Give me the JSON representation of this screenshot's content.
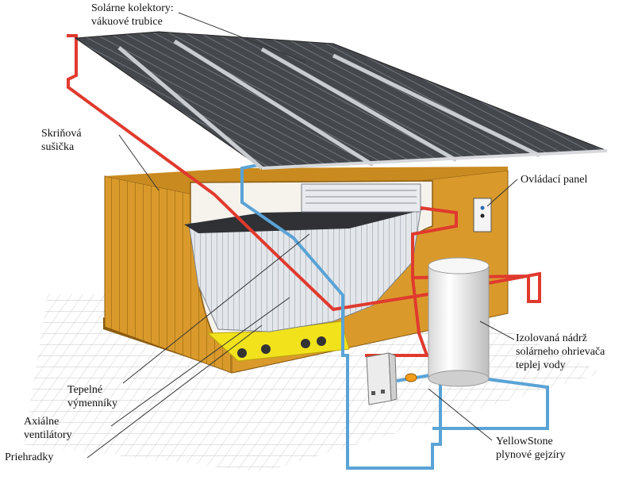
{
  "labels": {
    "collectors": [
      "Solárne kolektory:",
      "vákuové trubice"
    ],
    "dryer": [
      "Skriňová",
      "sušička"
    ],
    "panel": [
      "Ovládací panel"
    ],
    "tank": [
      "Izolovaná nádrž",
      "solárneho ohrievača",
      "teplej vody"
    ],
    "exchangers": [
      "Tepelné",
      "výmenníky"
    ],
    "fans": [
      "Axiálne",
      "ventilátory"
    ],
    "baffles": [
      "Priehradky"
    ],
    "heater": [
      "YellowStone",
      "plynové gejzíry"
    ]
  },
  "colors": {
    "container": "#d99a2b",
    "container_dark": "#a9701a",
    "floor": "#f2e21c",
    "collector": "#3a3d41",
    "pipe_hot": "#e03a2e",
    "pipe_cold": "#5aa3d6",
    "tank": "#f2f2f2"
  }
}
